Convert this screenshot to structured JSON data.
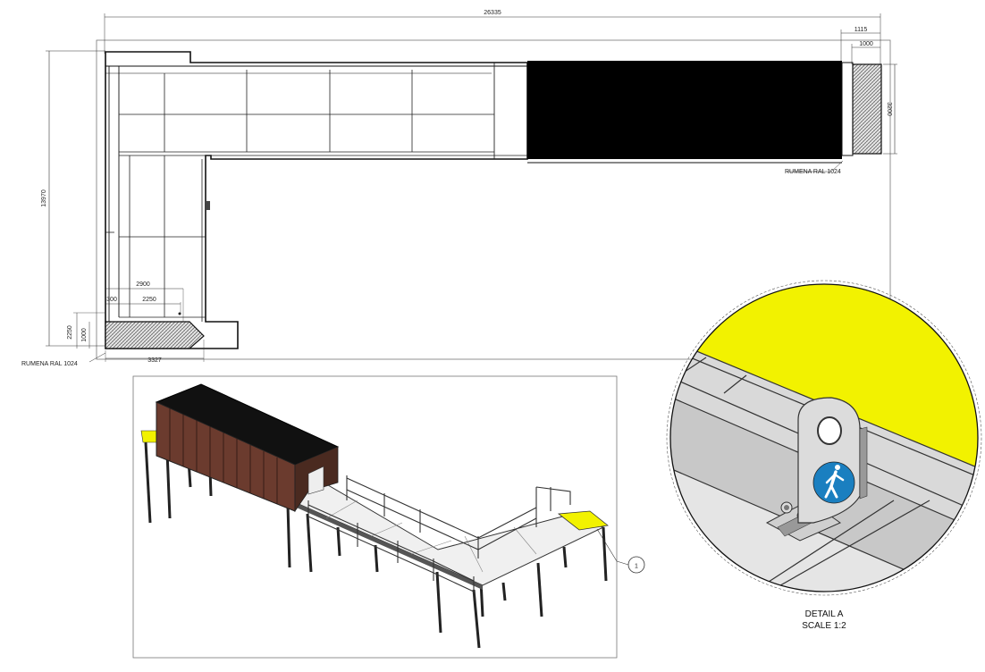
{
  "plan": {
    "dim_total_width": "26335",
    "dim_right_outer": "1115",
    "dim_right_inner": "1000",
    "dim_right_height": "3200",
    "dim_total_height": "13970",
    "dim_2900": "2900",
    "dim_2250_h": "2250",
    "dim_300": "300",
    "dim_2250_v": "2250",
    "dim_1000": "1000",
    "dim_bottom": "3327",
    "label_yellow_right": "RUMENA RAL 1024",
    "label_yellow_left": "RUMENA RAL 1024"
  },
  "iso_view": {
    "balloon": "1"
  },
  "detail": {
    "title": "DETAIL A",
    "scale": "SCALE 1:2",
    "sign_icon": "pedestrian-icon",
    "colors": {
      "yellow": "#f2f200",
      "sign_blue": "#1a7fc0",
      "steel": "#d4d4d4"
    }
  }
}
